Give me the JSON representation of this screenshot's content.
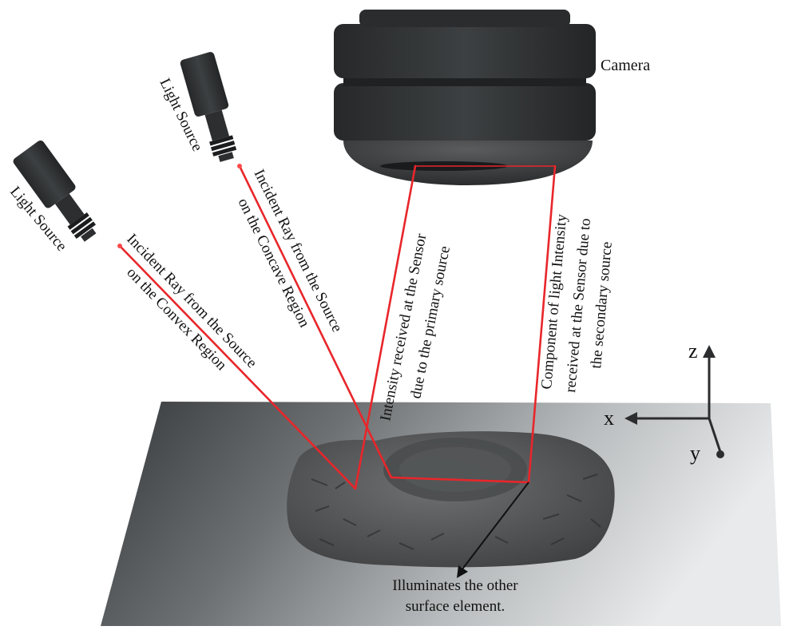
{
  "labels": {
    "camera": "Camera",
    "light_source_1": "Light Source",
    "light_source_2": "Light Source",
    "ray_concave_line1": "Incident Ray from the Source",
    "ray_concave_line2": "on the Concave  Region",
    "ray_convex_line1": "Incident Ray from the Source",
    "ray_convex_line2": "on the Convex Region",
    "primary_line1": "Intensity received at the Sensor",
    "primary_line2": "due to the primary source",
    "secondary_line1": "Component of light Intensity",
    "secondary_line2": "received at the Sensor due to",
    "secondary_line3": "the secondary source",
    "illuminates_line1": "Illuminates the other",
    "illuminates_line2": "surface element.",
    "axis_z": "z",
    "axis_x": "x",
    "axis_y": "y"
  },
  "colors": {
    "ray": "#e8262a",
    "device": "#2f3234",
    "tablet": "#5a5c5e",
    "plane_dark": "#3a3d3f",
    "plane_light": "#e6e8e9"
  }
}
